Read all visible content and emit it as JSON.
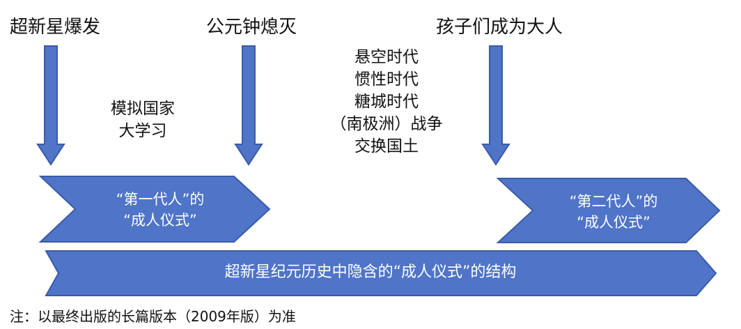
{
  "events": {
    "supernova": "超新星爆发",
    "clock_extinguished": "公元钟熄灭",
    "children_grow_up": "孩子们成为大人"
  },
  "periods_left": [
    "模拟国家",
    "大学习"
  ],
  "periods_middle": [
    "悬空时代",
    "惯性时代",
    "糖城时代",
    "（南极洲）战争",
    "交换国土"
  ],
  "chevrons": {
    "first_gen": [
      "“第一代人”的",
      "“成人仪式”"
    ],
    "second_gen": [
      "“第二代人”的",
      "“成人仪式”"
    ]
  },
  "band_label": "超新星纪元历史中隐含的“成人仪式”的结构",
  "note": "注：以最终出版的长篇版本（2009年版）为准",
  "colors": {
    "shape_fill": "#4F74C8",
    "shape_border": "#3B5BA8",
    "text_on_shape": "#FFFFFF"
  }
}
